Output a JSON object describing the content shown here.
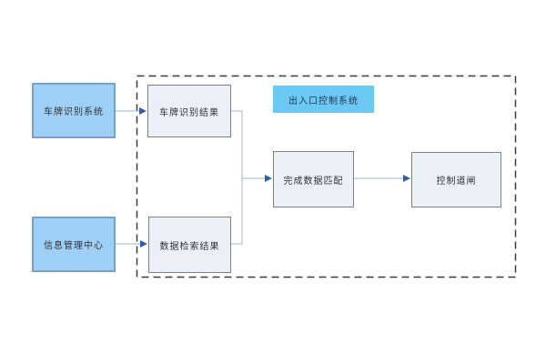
{
  "diagram": {
    "boundary_label": "出入口控制系统",
    "nodes": {
      "plate_recognition_system": "车牌识别系统",
      "info_management_center": "信息管理中心",
      "plate_recognition_result": "车牌识别结果",
      "data_retrieval_result": "数据检索结果",
      "data_matching_complete": "完成数据匹配",
      "barrier_gate_control": "控制道闸"
    },
    "colors": {
      "external_node_fill": "#9ecff7",
      "external_node_border": "#7ba0c8",
      "inner_node_fill": "#eaeff8",
      "inner_node_border": "#808080",
      "boundary_label_fill": "#6cc9f5",
      "connector_line": "#9ab4d8",
      "arrowhead": "#2e5fa8",
      "boundary_dash": "#3d3d3d"
    }
  }
}
